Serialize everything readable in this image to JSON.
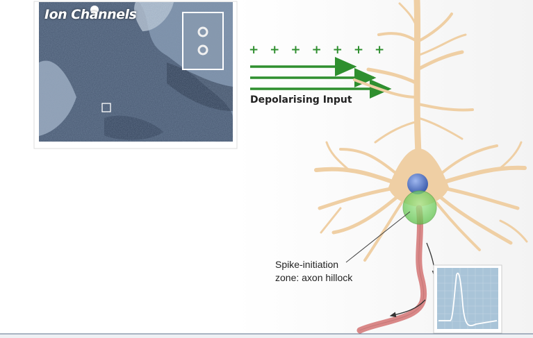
{
  "micrograph": {
    "title": "Ion Channels"
  },
  "input": {
    "charges": "+ + + + + + +",
    "label": "Depolarising Input"
  },
  "annotation": {
    "line1": "Spike-initiation",
    "line2": "zone: axon hillock"
  },
  "colors": {
    "neuron_fill": "#efcfa4",
    "neuron_stroke": "#c9a479",
    "axon": "#d98888",
    "arrow_green": "#2f8f2f",
    "nucleus": "#5577cc",
    "hillock": "#7fd66b",
    "trace_bg": "#a9c4d8"
  },
  "icons": [
    "micrograph-image",
    "inset-zoom",
    "green-arrows",
    "neuron",
    "nucleus",
    "axon-hillock",
    "action-potential-trace"
  ]
}
